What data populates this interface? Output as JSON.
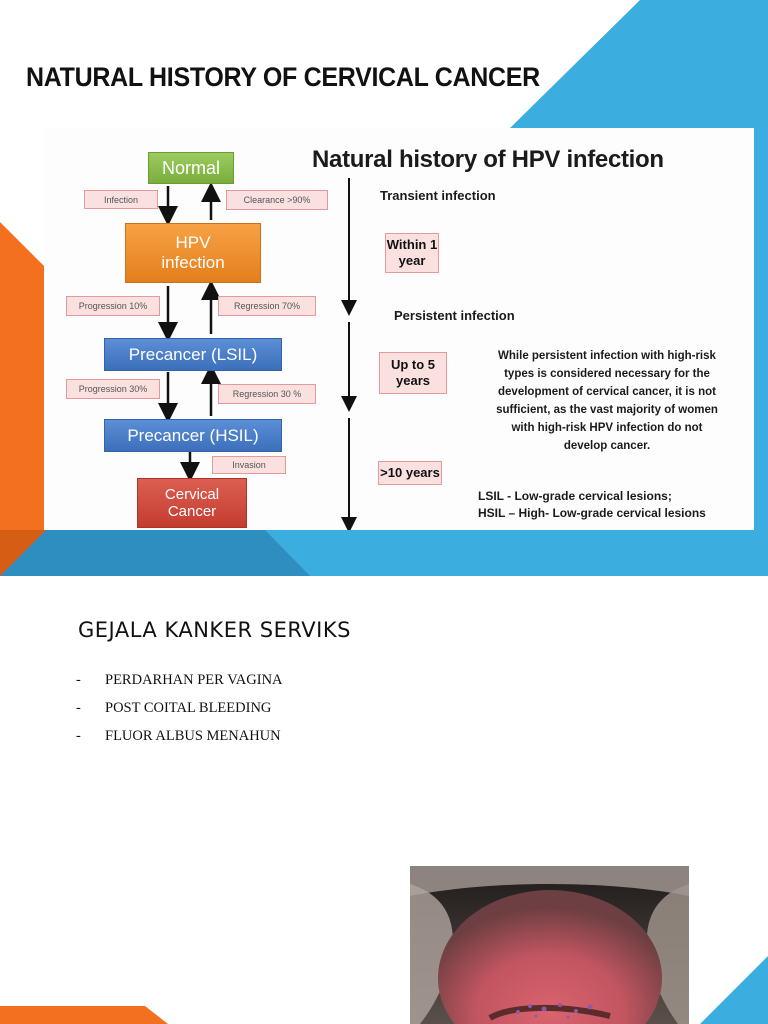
{
  "slide1": {
    "title": "NATURAL HISTORY OF CERVICAL CANCER",
    "figure": {
      "heading": "Natural history of HPV infection",
      "boxes": {
        "normal": "Normal",
        "hpv_line1": "HPV",
        "hpv_line2": "infection",
        "lsil": "Precancer (LSIL)",
        "hsil": "Precancer (HSIL)",
        "cancer_line1": "Cervical",
        "cancer_line2": "Cancer"
      },
      "transitions": {
        "infection": "Infection",
        "clearance": "Clearance >90%",
        "progression_10": "Progression 10%",
        "regression_70": "Regression 70%",
        "progression_30": "Progression 30%",
        "regression_30": "Regression 30 %",
        "invasion": "Invasion"
      },
      "timeline": {
        "transient": "Transient infection",
        "within_line1": "Within 1",
        "within_line2": "year",
        "persistent": "Persistent infection",
        "upto_line1": "Up to 5",
        "upto_line2": "years",
        "over10": ">10 years"
      },
      "explanation": [
        "While persistent infection with high-risk",
        "types is considered necessary for the",
        "development of cervical cancer, it is not",
        "sufficient, as the vast majority of women",
        "with high-risk HPV infection do not",
        "develop cancer."
      ],
      "legend": {
        "lsil": "LSIL - Low-grade cervical lesions;",
        "hsil": "HSIL – High- Low-grade cervical lesions"
      }
    },
    "colors": {
      "blue_accent": "#3badde",
      "orange_accent": "#f37021"
    }
  },
  "slide2": {
    "title": "GEJALA KANKER SERVIKS",
    "symptoms": [
      {
        "bullet": "-",
        "text": "PERDARHAN PER VAGINA"
      },
      {
        "bullet": "-",
        "text": "POST COITAL BLEEDING"
      },
      {
        "bullet": "-",
        "text": "FLUOR ALBUS MENAHUN"
      }
    ]
  }
}
